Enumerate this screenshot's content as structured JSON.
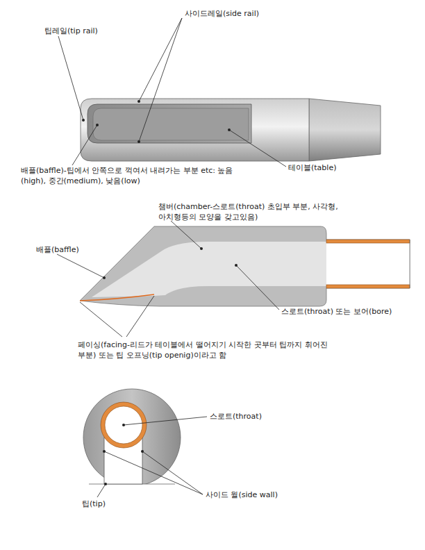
{
  "diagram": {
    "labels": [
      "사이드레일(side rail)",
      "팁레일(tip rail)",
      "배플(baffle)-팁에서 안쪽으로 꺽여서 내려가는 부분 etc: 높음(high), 중간(medium), 낮음(low)",
      "테이블(table)",
      "챔버(chamber-스로트(throat) 초입부 부분, 사각형, 아치형등의 모양을 갖고있음)",
      "배플(baffle)",
      "스로트(throat) 또는 보어(bore)",
      "페이싱(facing-리드가 테이블에서 떨어지기 시작한 곳부터 팁까지 휘어진 부분) 또는 팁 오프닝(tip openig)이라고 함",
      "스로트(throat)",
      "팁(tip)",
      "사이드 월(side wall)"
    ]
  }
}
